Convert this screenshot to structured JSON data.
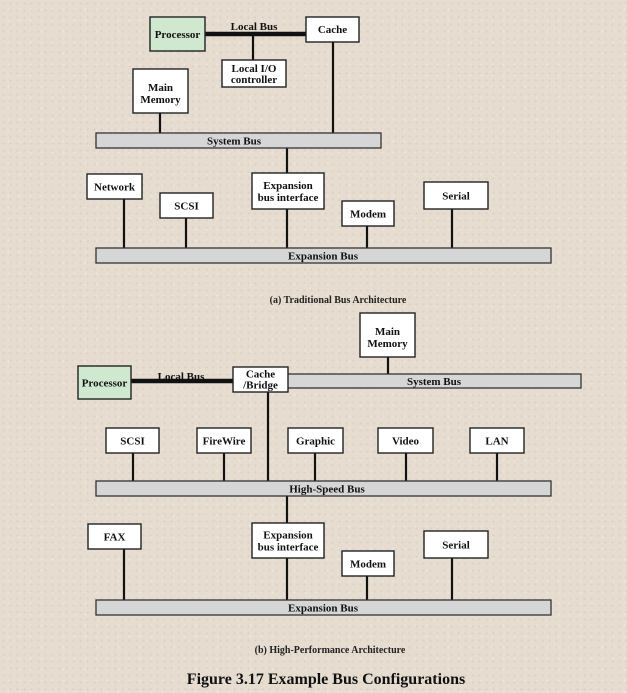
{
  "top": {
    "processor": "Processor",
    "local_bus": "Local Bus",
    "cache": "Cache",
    "local_io_line1": "Local I/O",
    "local_io_line2": "controller",
    "main_memory_line1": "Main",
    "main_memory_line2": "Memory",
    "system_bus": "System Bus",
    "network": "Network",
    "scsi": "SCSI",
    "expansion_line1": "Expansion",
    "expansion_line2": "bus interface",
    "modem": "Modem",
    "serial": "Serial",
    "expansion_bus": "Expansion Bus",
    "caption": "(a) Traditional Bus Architecture"
  },
  "bottom": {
    "main_memory_line1": "Main",
    "main_memory_line2": "Memory",
    "processor": "Processor",
    "local_bus": "Local Bus",
    "cache_line1": "Cache",
    "cache_line2": "/Bridge",
    "system_bus": "System Bus",
    "scsi": "SCSI",
    "firewire": "FireWire",
    "graphic": "Graphic",
    "video": "Video",
    "lan": "LAN",
    "high_speed_bus": "High-Speed Bus",
    "fax": "FAX",
    "expansion_line1": "Expansion",
    "expansion_line2": "bus interface",
    "modem": "Modem",
    "serial": "Serial",
    "expansion_bus": "Expansion Bus",
    "caption": "(b) High-Performance Architecture"
  },
  "figure_title": "Figure 3.17  Example Bus Configurations",
  "colors": {
    "background": "#e6ddd0",
    "processor_fill": "#cfe8cf",
    "bus_fill": "#d6d6d6"
  }
}
